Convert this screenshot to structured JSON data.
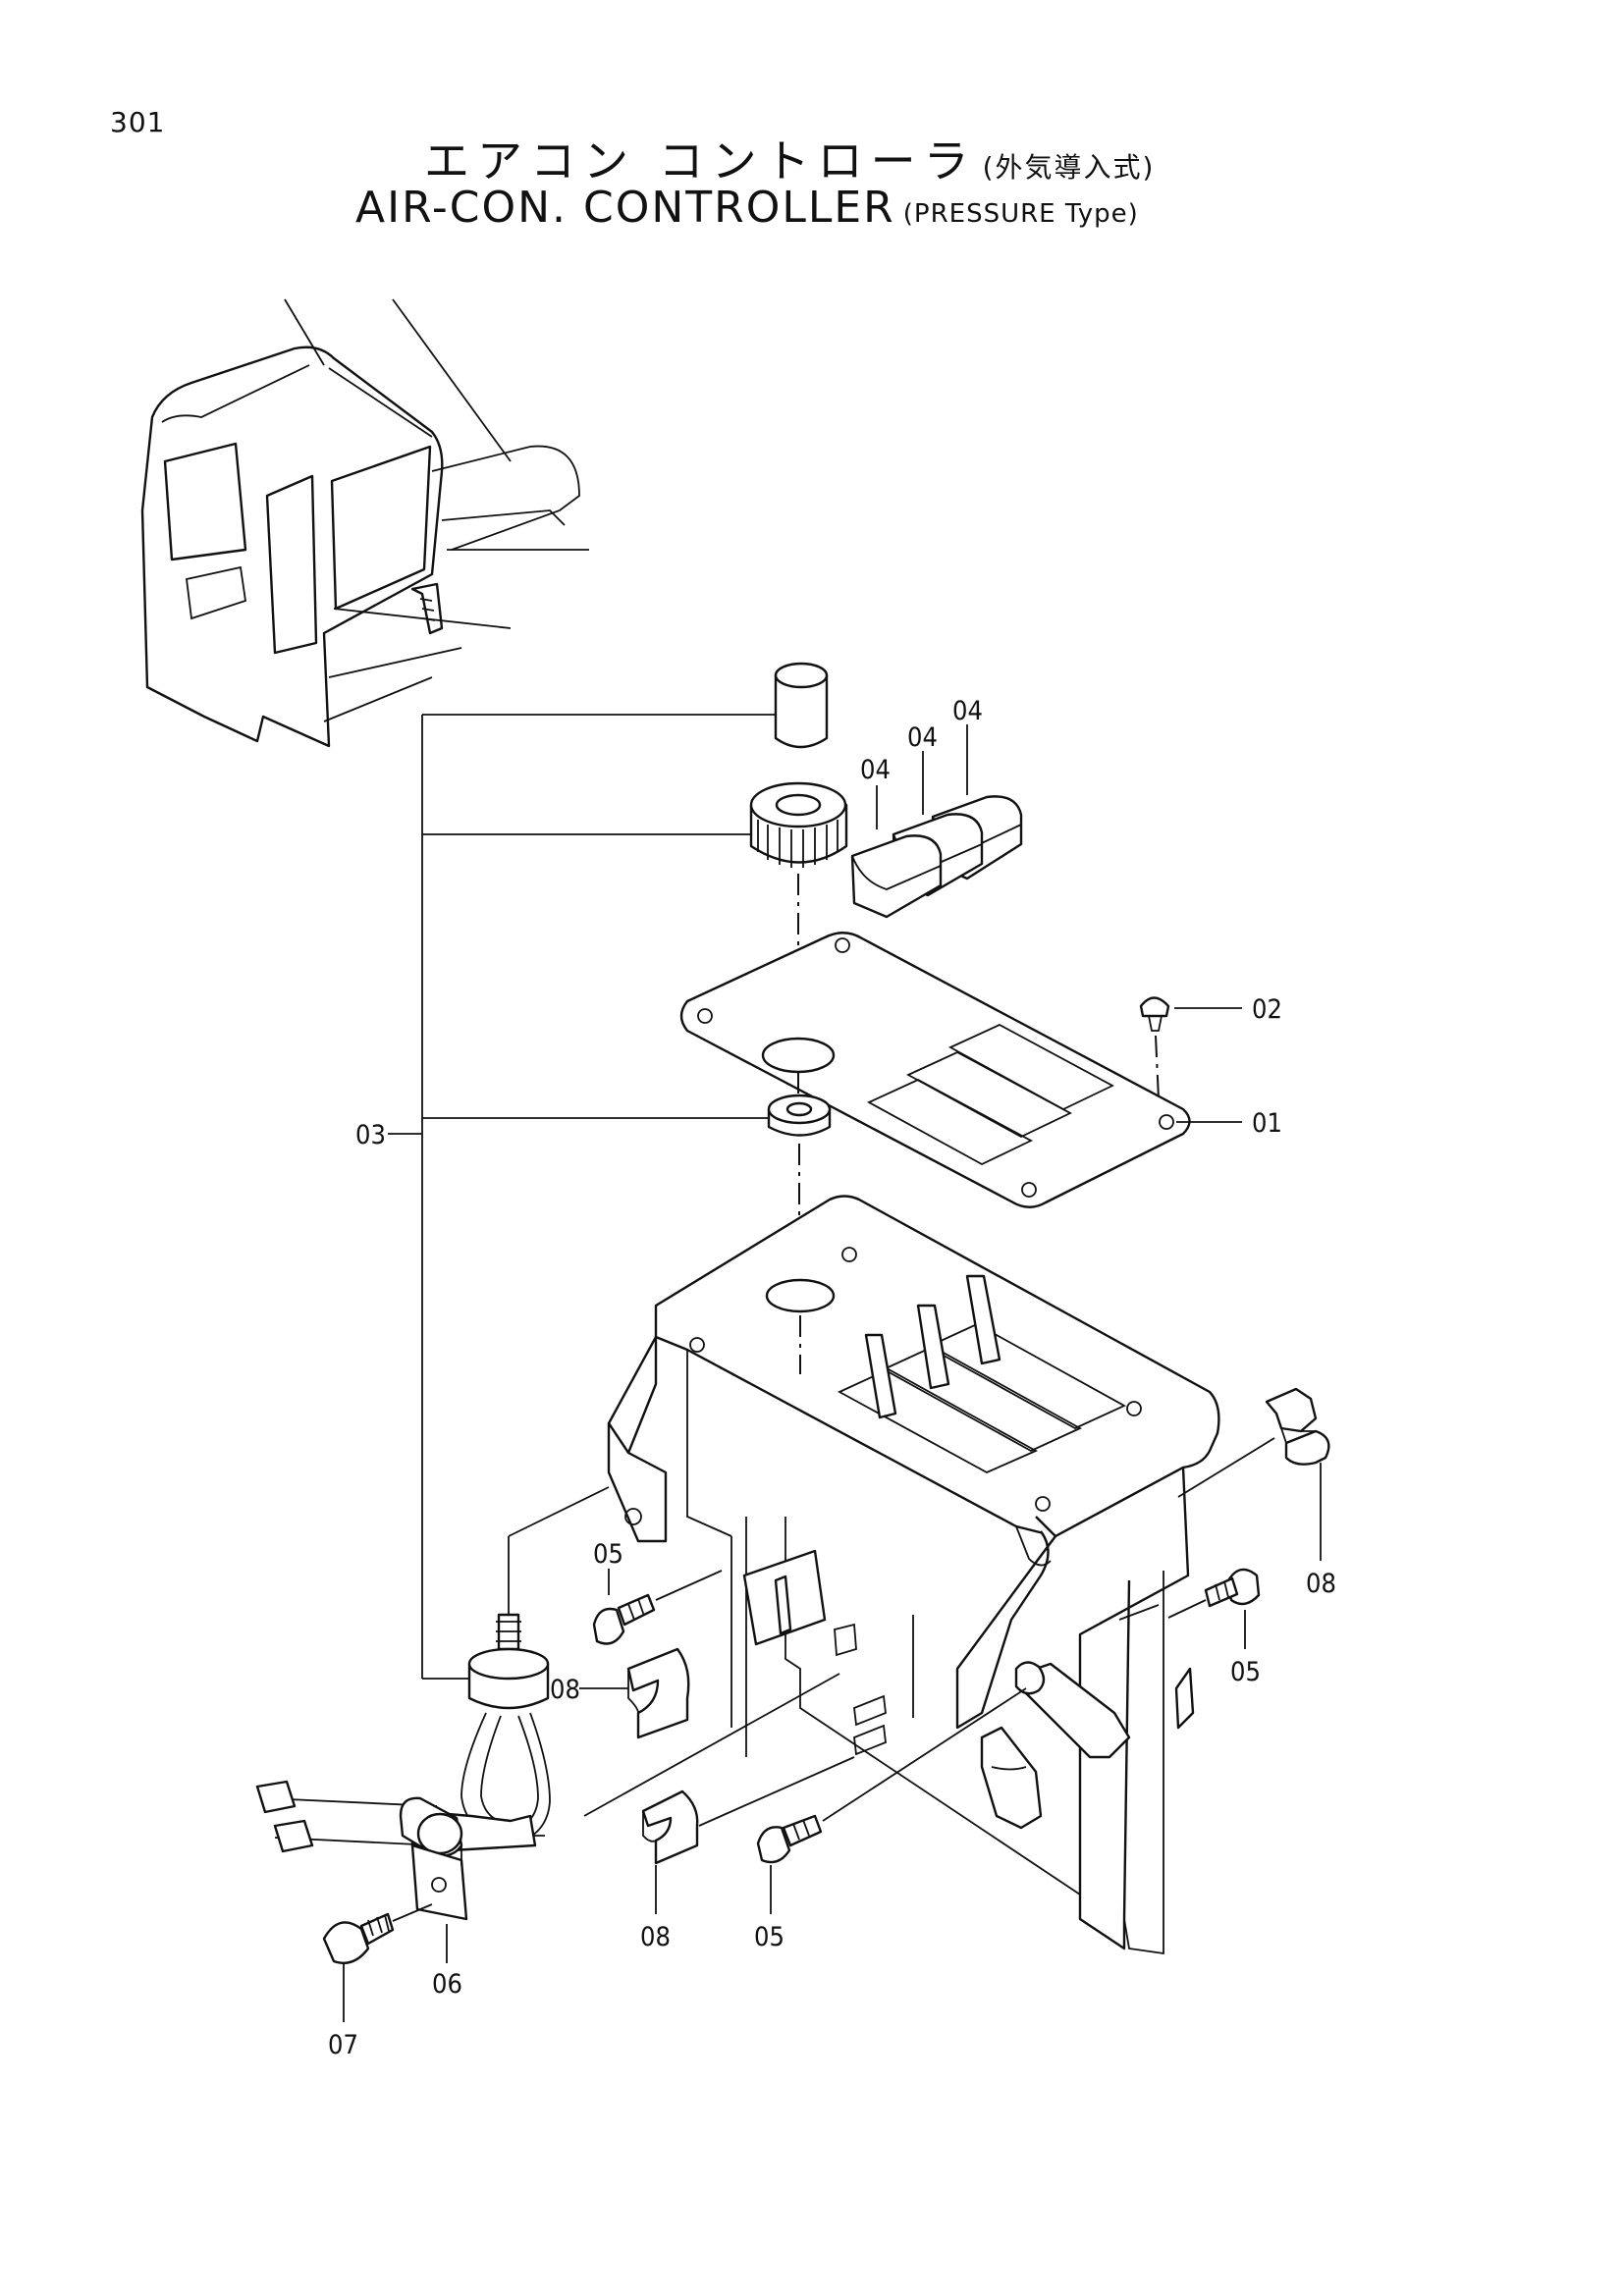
{
  "page_number": "301",
  "title_jp": "エアコン コントローラ",
  "title_jp_sub": "(外気導入式)",
  "title_en": "AIR-CON. CONTROLLER",
  "title_en_sub": "(PRESSURE Type)",
  "callouts": {
    "c01": "01",
    "c02": "02",
    "c03": "03",
    "c04a": "04",
    "c04b": "04",
    "c04c": "04",
    "c05a": "05",
    "c05b": "05",
    "c05c": "05",
    "c06": "06",
    "c07": "07",
    "c08a": "08",
    "c08b": "08",
    "c08c": "08"
  }
}
